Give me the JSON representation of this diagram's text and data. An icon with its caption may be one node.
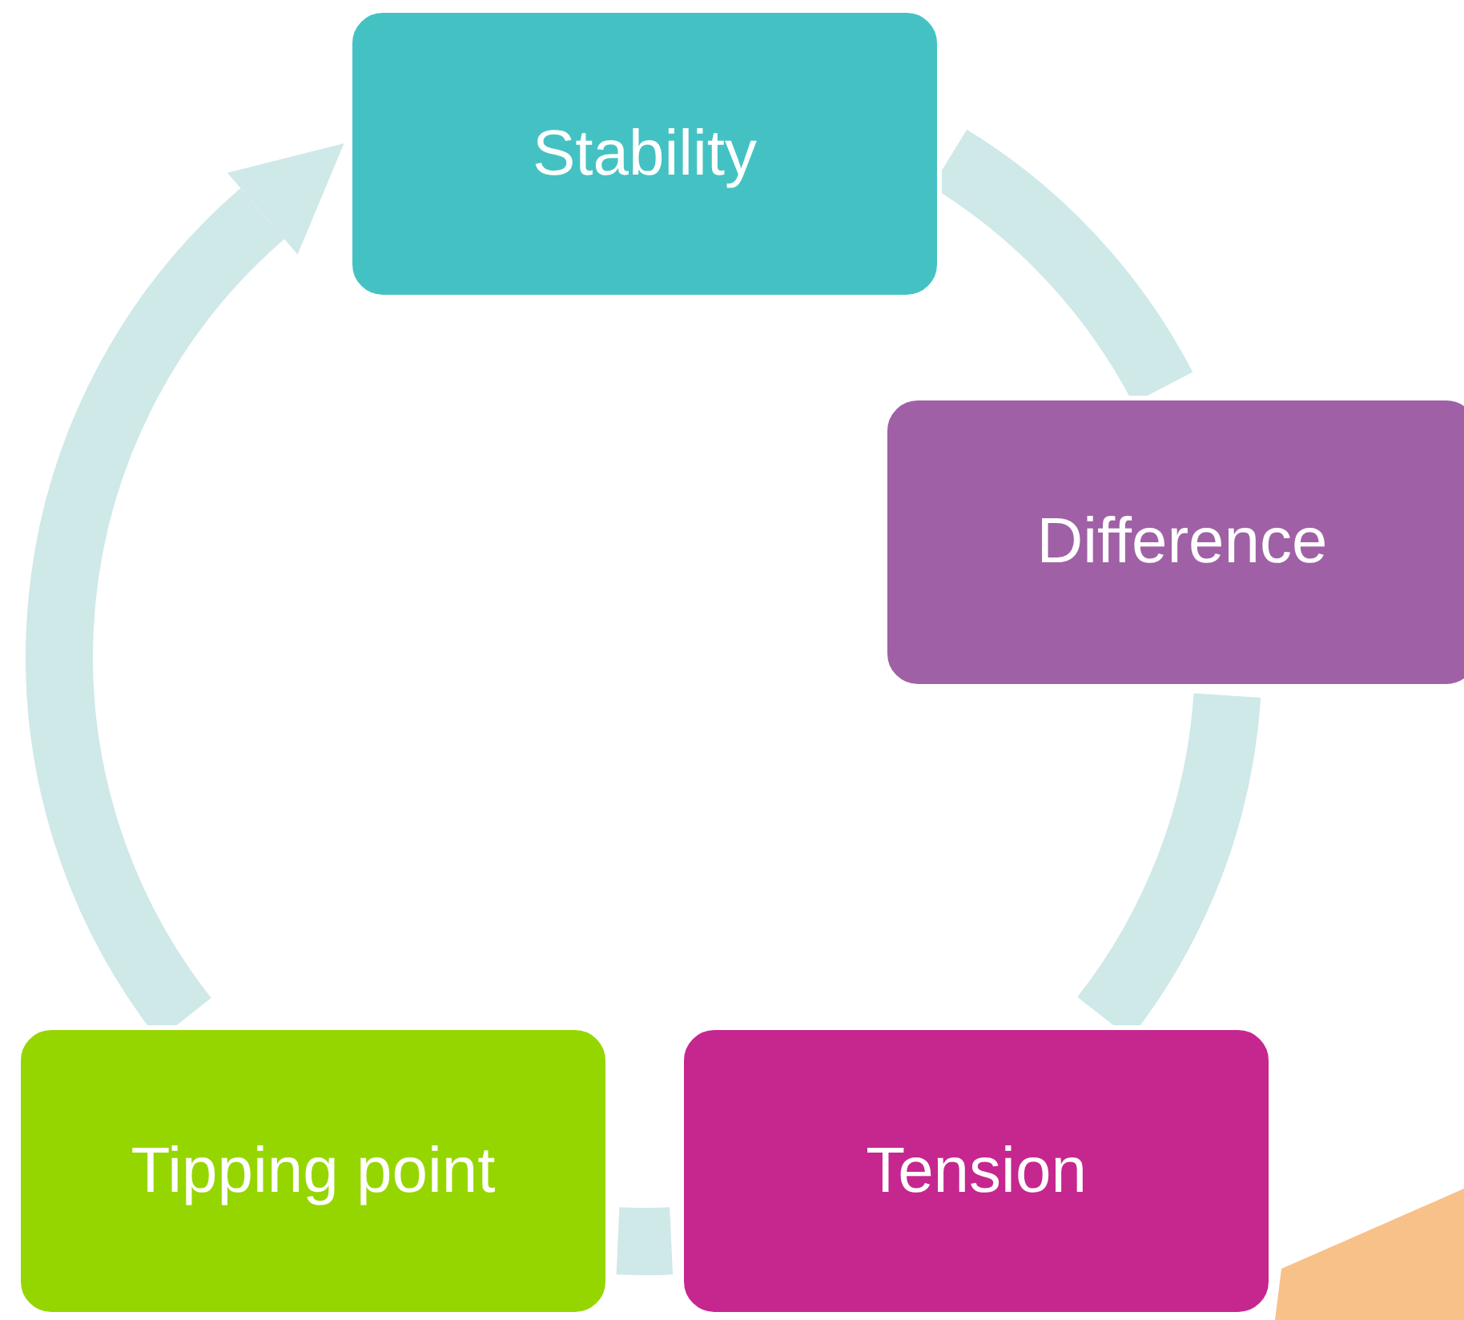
{
  "diagram": {
    "nodes": [
      {
        "text": [
          "Stability"
        ]
      },
      {
        "text": [
          "Difference"
        ]
      },
      {
        "text": [
          "Tension"
        ]
      },
      {
        "text": [
          "Tipping point"
        ]
      }
    ],
    "edges": [
      {
        "from": 0,
        "to": 1,
        "arrow": "none"
      },
      {
        "from": 1,
        "to": 2,
        "arrow": "none"
      },
      {
        "from": 2,
        "to": 3,
        "arrow": "none"
      },
      {
        "from": 3,
        "to": 0,
        "arrow": "to"
      }
    ]
  }
}
